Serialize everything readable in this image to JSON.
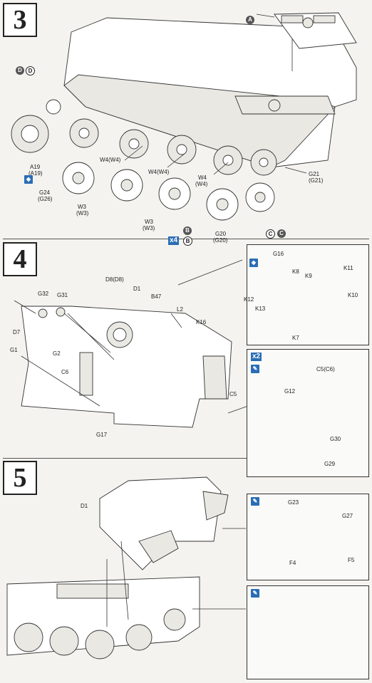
{
  "steps": [
    {
      "number": "3"
    },
    {
      "number": "4"
    },
    {
      "number": "5"
    }
  ],
  "step3": {
    "circle_a": "A",
    "circle_d1": "D",
    "circle_d2": "D",
    "a19": "A19",
    "a19p": "(A19)",
    "g24": "G24",
    "g26": "(G26)",
    "w4_1": "W4(W4)",
    "w4_2": "W4(W4)",
    "w4_3": "W4",
    "w4_3p": "(W4)",
    "w3_1": "W3",
    "w3_1p": "(W3)",
    "w3_2": "W3",
    "w3_2p": "(W3)",
    "g20": "G20",
    "g20p": "(G20)",
    "g21": "G21",
    "g21p": "(G21)",
    "circle_b1": "B",
    "circle_b2": "B",
    "x4": "x4",
    "circle_c1": "C",
    "circle_c2": "C"
  },
  "step4": {
    "d8": "D8(D8)",
    "d1": "D1",
    "b47": "B47",
    "g32": "G32",
    "g31": "G31",
    "d7": "D7",
    "g1": "G1",
    "g2": "G2",
    "c6": "C6",
    "l2": "L2",
    "k16": "K16",
    "c5": "C5",
    "g17": "G17",
    "inset1": {
      "g16": "G16",
      "k8": "K8",
      "k9": "K9",
      "k11": "K11",
      "k12": "K12",
      "k13": "K13",
      "k10": "K10",
      "k7": "K7"
    },
    "inset2": {
      "x2": "x2",
      "c5c6": "C5(C6)",
      "g12": "G12",
      "g30": "G30",
      "g29": "G29"
    }
  },
  "step5": {
    "d1": "D1",
    "inset": {
      "g23": "G23",
      "g27": "G27",
      "f4": "F4",
      "f5": "F5"
    }
  },
  "colors": {
    "accent": "#2a6db5",
    "part_blue": "#8fb8e0"
  }
}
